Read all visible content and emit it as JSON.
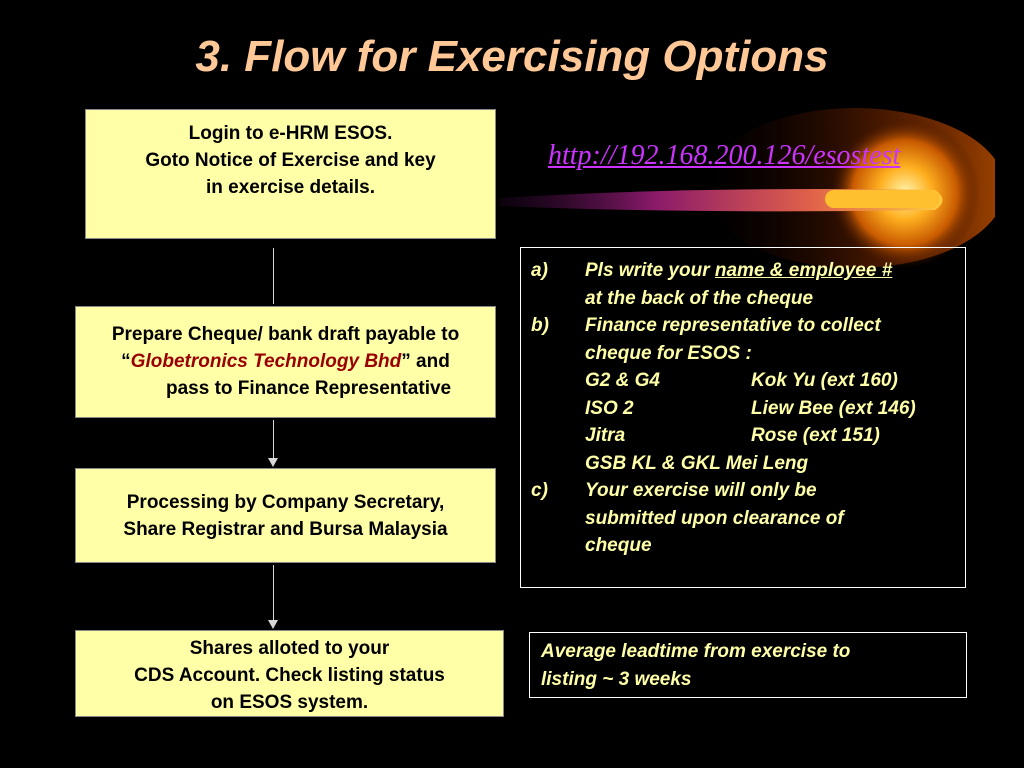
{
  "title": "3. Flow for Exercising Options",
  "url": "http://192.168.200.126/esostest",
  "steps": [
    {
      "lines": [
        "Login to e-HRM ESOS.",
        "Goto Notice of Exercise and key",
        "in exercise details."
      ]
    },
    {
      "line1": "Prepare Cheque/ bank draft payable to",
      "open_quote": "“",
      "company": "Globetronics Technology Bhd",
      "close_quote": "” and",
      "line3": "pass to Finance Representative"
    },
    {
      "lines": [
        "Processing by Company Secretary,",
        "Share Registrar and Bursa Malaysia"
      ]
    },
    {
      "lines": [
        "Shares alloted to your",
        "CDS Account. Check listing status",
        "on ESOS system."
      ]
    }
  ],
  "notes": {
    "a": {
      "marker": "a)",
      "pre": "Pls write your ",
      "underlined": "name & employee #",
      "line2": "at the back of the cheque"
    },
    "b": {
      "marker": "b)",
      "line1": "Finance representative to collect",
      "line2": "cheque for ESOS :",
      "contacts": [
        {
          "group": "G2 & G4",
          "name": "Kok Yu (ext 160)"
        },
        {
          "group": "ISO 2",
          "name": "Liew Bee (ext 146)"
        },
        {
          "group": "Jitra",
          "name": "Rose (ext 151)"
        }
      ],
      "last_contact": "GSB KL & GKL Mei Leng"
    },
    "c": {
      "marker": "c)",
      "line1": "Your exercise will only be",
      "line2": "submitted upon clearance of",
      "line3": "cheque"
    }
  },
  "leadtime": {
    "line1": "Average leadtime from exercise to",
    "line2": "listing ~ 3 weeks"
  },
  "colors": {
    "background": "#000000",
    "title": "#ffc896",
    "box": "#ffffa8",
    "company": "#990000",
    "url": "#cc33ff",
    "notes_text": "#ffffa8"
  }
}
